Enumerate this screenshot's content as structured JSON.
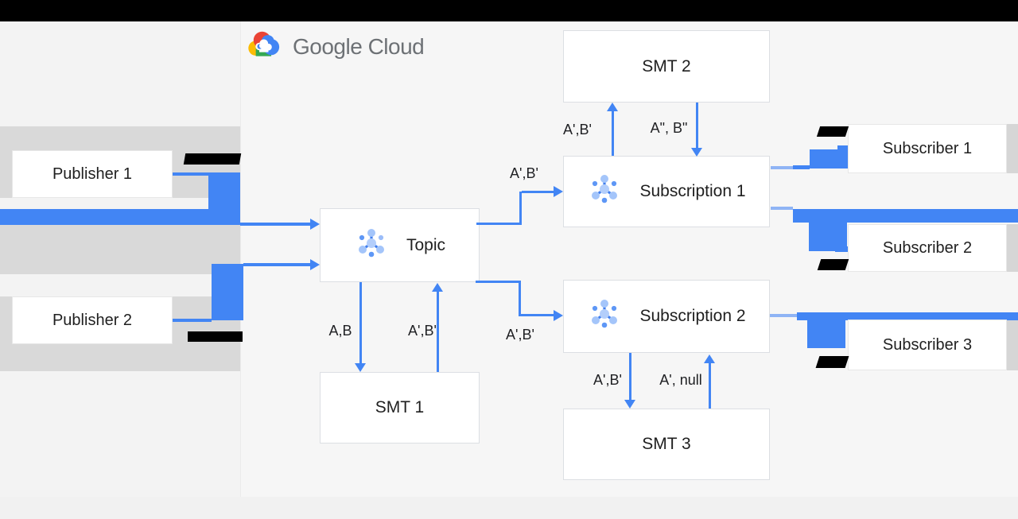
{
  "header": {
    "logo_text": "Google Cloud"
  },
  "nodes": {
    "publisher1": "Publisher 1",
    "publisher2": "Publisher 2",
    "topic": "Topic",
    "smt1": "SMT 1",
    "smt2": "SMT 2",
    "smt3": "SMT 3",
    "subscription1": "Subscription 1",
    "subscription2": "Subscription 2",
    "subscriber1": "Subscriber 1",
    "subscriber2": "Subscriber 2",
    "subscriber3": "Subscriber 3"
  },
  "edge_labels": {
    "topic_to_sub1": "A',B'",
    "topic_to_sub2": "A',B'",
    "topic_to_smt1": "A,B",
    "smt1_to_topic": "A',B'",
    "sub1_to_smt2": "A',B'",
    "smt2_to_sub1": "A\", B\"",
    "sub2_to_smt3": "A',B'",
    "smt3_to_sub2": "A', null"
  },
  "colors": {
    "accent_blue": "#4285f4",
    "gray_band": "#d9d9d9",
    "logo_red": "#ea4335",
    "logo_blue": "#4285f4",
    "logo_yellow": "#fbbc05",
    "logo_green": "#34a853"
  }
}
